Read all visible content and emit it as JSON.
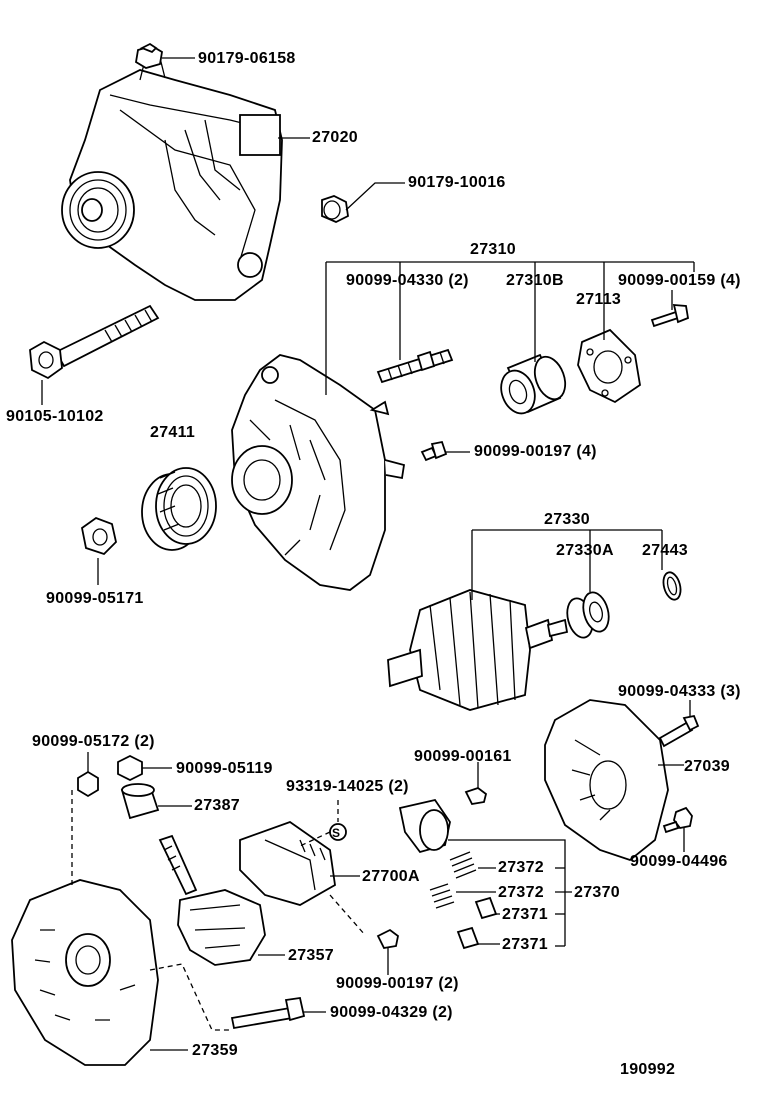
{
  "labels": {
    "p90179_06158": "90179-06158",
    "p27020": "27020",
    "p90179_10016": "90179-10016",
    "p27310": "27310",
    "p90099_04330": "90099-04330 (2)",
    "p27310B": "27310B",
    "p90099_00159": "90099-00159 (4)",
    "p27113": "27113",
    "p90105_10102": "90105-10102",
    "p27411": "27411",
    "p90099_00197_4": "90099-00197 (4)",
    "p27330": "27330",
    "p27330A": "27330A",
    "p27443": "27443",
    "p90099_05171": "90099-05171",
    "p90099_04333": "90099-04333 (3)",
    "p90099_05172": "90099-05172 (2)",
    "p90099_00161": "90099-00161",
    "p27039": "27039",
    "p90099_05119": "90099-05119",
    "p93319_14025": "93319-14025 (2)",
    "p27387": "27387",
    "p27372a": "27372",
    "p90099_04496": "90099-04496",
    "p27700A": "27700A",
    "p27372b": "27372",
    "p27370": "27370",
    "p27371a": "27371",
    "p27371b": "27371",
    "p27357": "27357",
    "p90099_00197_2": "90099-00197 (2)",
    "p90099_04329": "90099-04329 (2)",
    "p27359": "27359",
    "diagram_id": "190992"
  },
  "symbol_s": "S"
}
